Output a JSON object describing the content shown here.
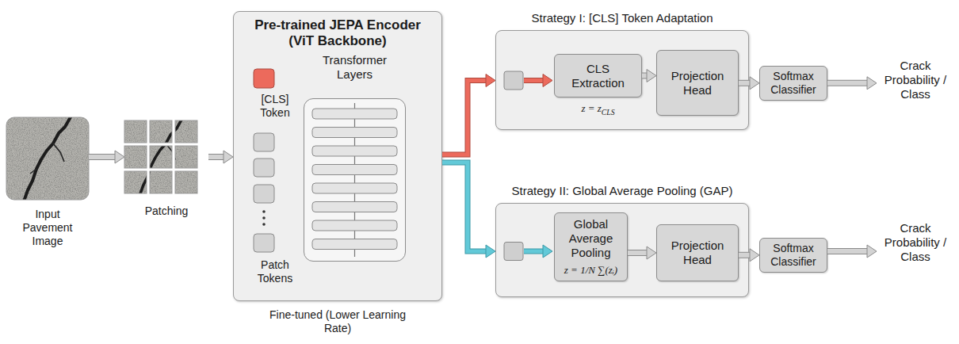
{
  "diagram": {
    "nodes": [
      {
        "text": [
          "Input Pavement Image"
        ]
      },
      {
        "text": [
          "Patching"
        ]
      },
      {
        "text": [
          "Pre-trained JEPA Encoder (ViT Backbone)",
          "Fine-tuned (Lower Learning Rate)"
        ]
      },
      {
        "text": [
          "[CLS] Token"
        ],
        "in": 2
      },
      {
        "text": [
          "Patch Tokens"
        ],
        "in": 2
      },
      {
        "text": [
          "Transformer Layers"
        ],
        "in": 2
      },
      {
        "text": [
          "Strategy I: [CLS] Token Adaptation"
        ]
      },
      {
        "text": [
          "CLS Extraction",
          "z = zCLS"
        ],
        "in": 6
      },
      {
        "text": [
          "Projection Head"
        ],
        "in": 6
      },
      {
        "text": [
          "Softmax Classifier"
        ]
      },
      {
        "text": [
          "Crack Probability / Class"
        ]
      },
      {
        "text": [
          "Strategy II: Global Average Pooling (GAP)"
        ]
      },
      {
        "text": [
          "Global Average Pooling",
          "z = 1/N ∑(zᵢ)"
        ],
        "in": 11
      },
      {
        "text": [
          "Projection Head"
        ],
        "in": 11
      },
      {
        "text": [
          "Softmax Classifier"
        ]
      },
      {
        "text": [
          "Crack Probability / Class"
        ]
      }
    ],
    "edges": [
      {
        "from": 0,
        "to": 1,
        "arrow": "to"
      },
      {
        "from": 1,
        "to": 2,
        "arrow": "to"
      },
      {
        "from": 2,
        "to": 6,
        "arrow": "to"
      },
      {
        "from": 7,
        "to": 8,
        "arrow": "to"
      },
      {
        "from": 8,
        "to": 9,
        "arrow": "to"
      },
      {
        "from": 9,
        "to": 10,
        "arrow": "to"
      },
      {
        "from": 2,
        "to": 11,
        "arrow": "to"
      },
      {
        "from": 12,
        "to": 13,
        "arrow": "to"
      },
      {
        "from": 13,
        "to": 14,
        "arrow": "to"
      },
      {
        "from": 14,
        "to": 15,
        "arrow": "to"
      }
    ]
  }
}
